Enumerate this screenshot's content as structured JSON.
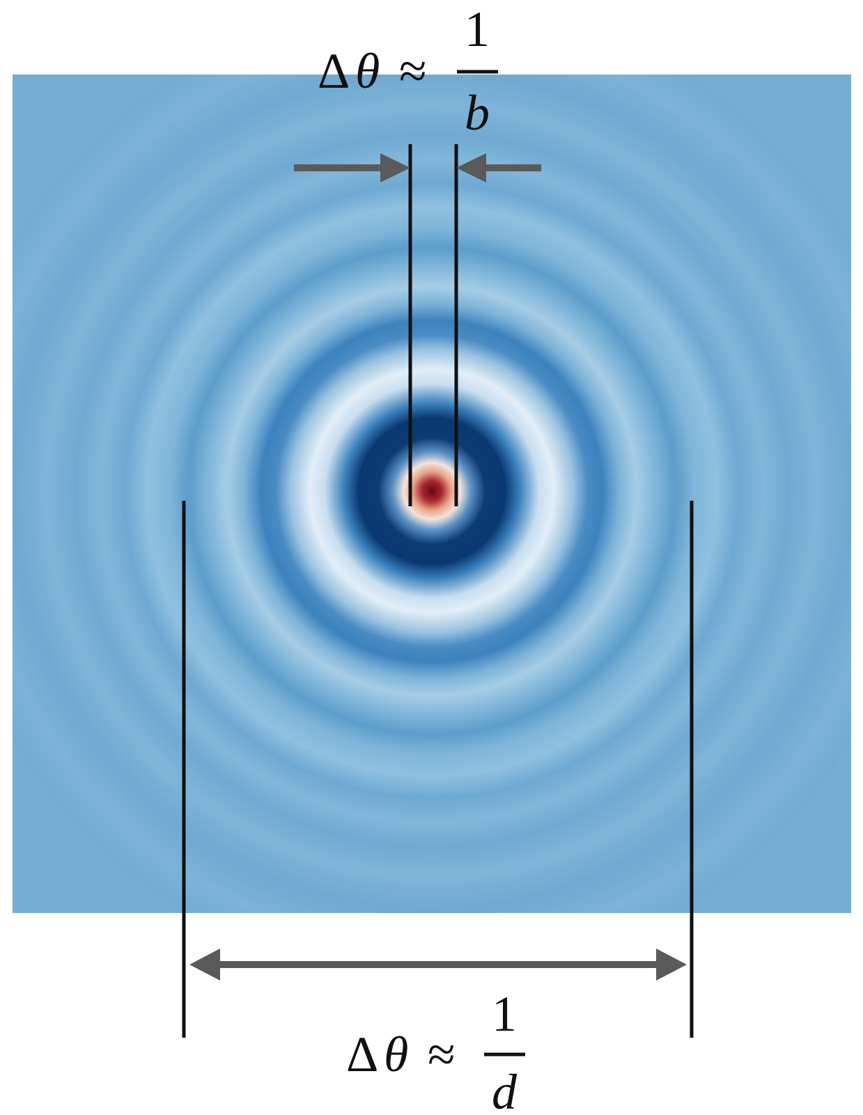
{
  "figure": {
    "top_label": {
      "lhs_delta": "Δ",
      "lhs_symbol": "θ",
      "relation": "≈",
      "numerator": "1",
      "denominator": "b"
    },
    "bottom_label": {
      "lhs_delta": "Δ",
      "lhs_symbol": "θ",
      "relation": "≈",
      "numerator": "1",
      "denominator": "d"
    }
  },
  "colors": {
    "background_field": "#74aed3",
    "ring_dark": "#0b3a72",
    "ring_mid": "#3c86c0",
    "ring_light": "#dbeaf4",
    "core_outer": "#f2c3a6",
    "core_inner": "#7b0e19",
    "arrow": "#5a5a5a",
    "marker_line": "#111111"
  }
}
